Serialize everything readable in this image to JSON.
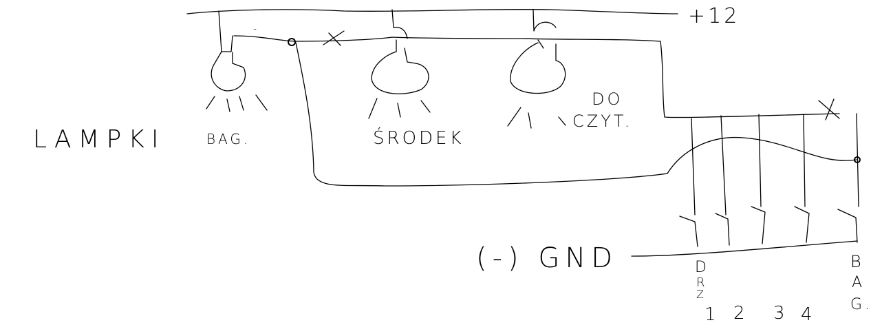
{
  "labels": {
    "supply": "+12",
    "minus_mark": "-",
    "lamps": "LAMPKI",
    "lamp_bag": "BAG.",
    "lamp_center": "ŚRODEK",
    "lamp_reading_1": "DO",
    "lamp_reading_2": "CZYT.",
    "ground": "(-) GND",
    "door_letters": [
      "D",
      "R",
      "Z"
    ],
    "switch_numbers": [
      "1",
      "2",
      "3",
      "4"
    ],
    "bag_letters": [
      "B",
      "A",
      "G."
    ]
  }
}
